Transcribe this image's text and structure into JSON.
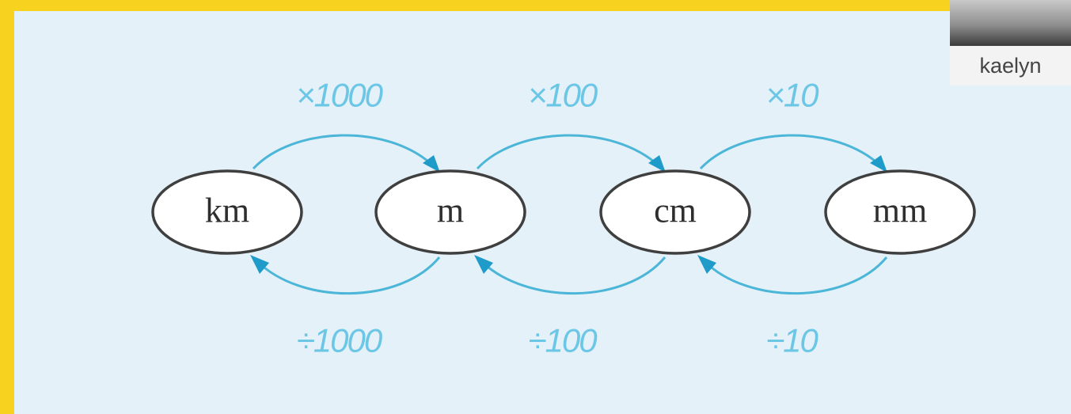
{
  "units": [
    {
      "id": "km",
      "label": "km"
    },
    {
      "id": "m",
      "label": "m"
    },
    {
      "id": "cm",
      "label": "cm"
    },
    {
      "id": "mm",
      "label": "mm"
    }
  ],
  "multiply_labels": [
    "×1000",
    "×100",
    "×10"
  ],
  "divide_labels": [
    "÷1000",
    "÷100",
    "÷10"
  ],
  "webcam": {
    "name": "kaelyn"
  },
  "colors": {
    "frame": "#f7d31f",
    "panel": "#e4f1f8",
    "arrow": "#4cb6d8",
    "arrow_head": "#1f9bc9",
    "op_text": "#6cc7e6"
  }
}
